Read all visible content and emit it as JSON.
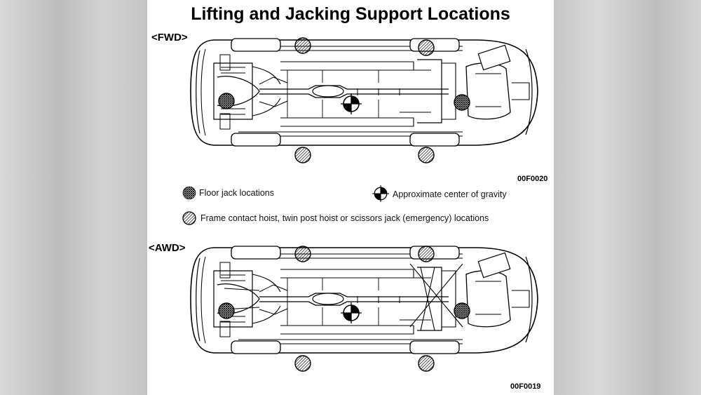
{
  "title": "Lifting and Jacking Support Locations",
  "fwd": {
    "tag": "<FWD>",
    "code": "00F0020"
  },
  "awd": {
    "tag": "<AWD>",
    "code": "00F0019"
  },
  "legend": {
    "floor_jack": "Floor jack locations",
    "center_gravity": "Approximate center of gravity",
    "hoist": "Frame contact hoist, twin post hoist or scissors jack (emergency) locations"
  },
  "icons": {
    "floor_jack": "crosshatch-circle-icon",
    "center_gravity": "quartered-circle-icon",
    "hoist": "hatched-circle-icon"
  },
  "colors": {
    "ink": "#000000",
    "paper": "#ffffff"
  }
}
